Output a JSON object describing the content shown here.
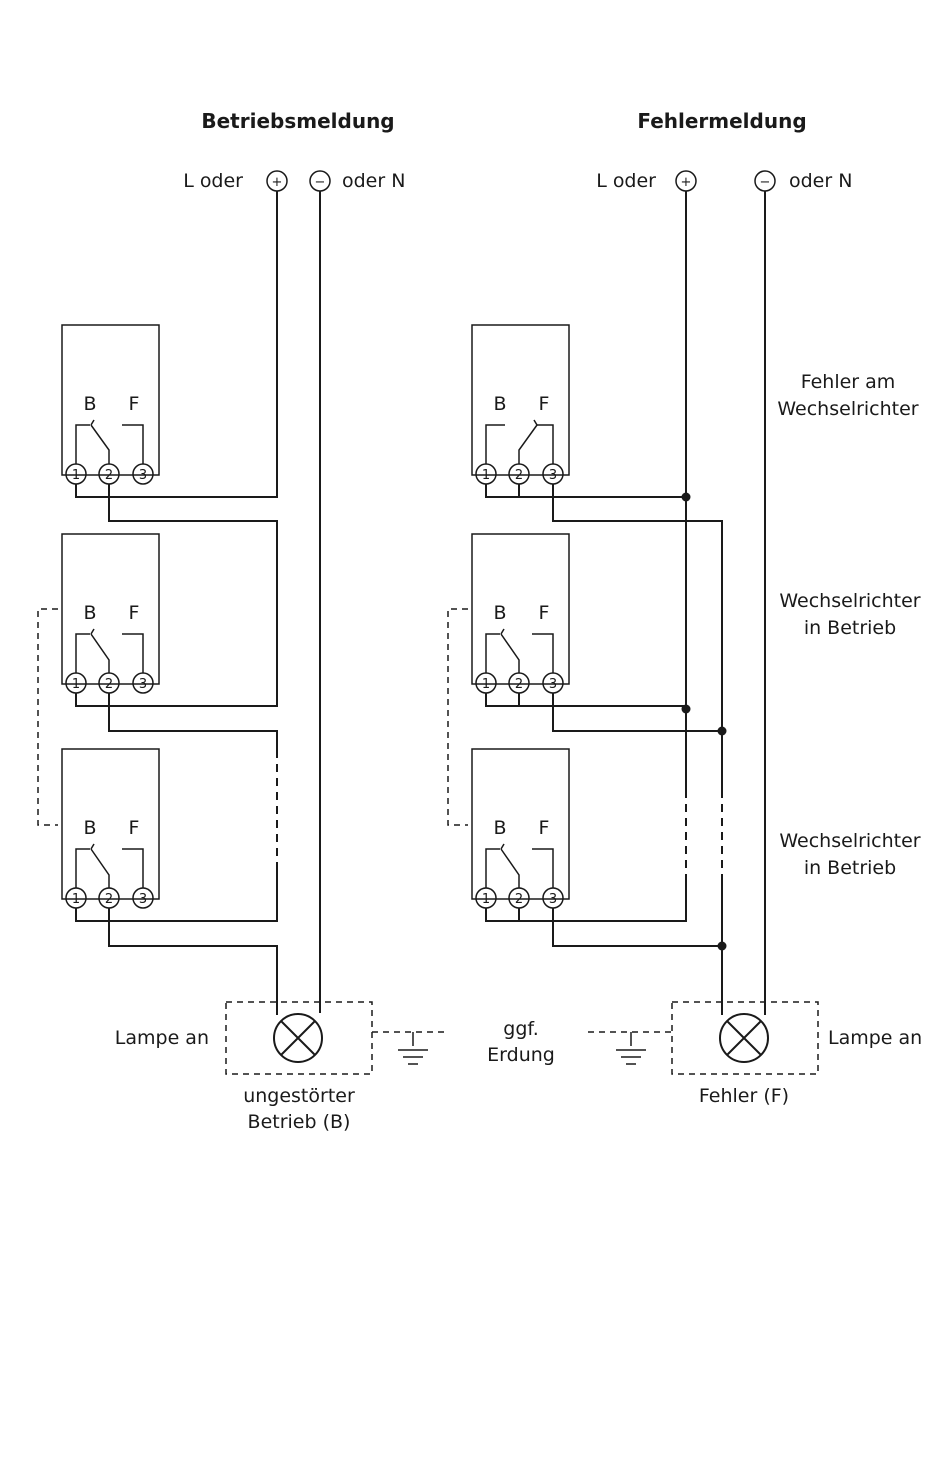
{
  "colors": {
    "line": "#1a1a1a",
    "background": "#ffffff"
  },
  "left": {
    "title": "Betriebsmeldung",
    "plus_label": "L oder",
    "minus_label": "oder N",
    "plus_symbol": "+",
    "minus_symbol": "−",
    "lamp_label": "Lampe an",
    "state_line1": "ungestörter",
    "state_line2": "Betrieb (B)"
  },
  "right": {
    "title": "Fehlermeldung",
    "plus_label": "L oder",
    "minus_label": "oder N",
    "plus_symbol": "+",
    "minus_symbol": "−",
    "lamp_label": "Lampe an",
    "state": "Fehler (F)"
  },
  "ground": {
    "line1": "ggf.",
    "line2": "Erdung"
  },
  "relay": {
    "b_label": "B",
    "f_label": "F",
    "terminals": [
      "1",
      "2",
      "3"
    ]
  },
  "inverter_states": [
    {
      "line1": "Fehler am",
      "line2": "Wechselrichter"
    },
    {
      "line1": "Wechselrichter",
      "line2": "in Betrieb"
    },
    {
      "line1": "Wechselrichter",
      "line2": "in Betrieb"
    }
  ]
}
